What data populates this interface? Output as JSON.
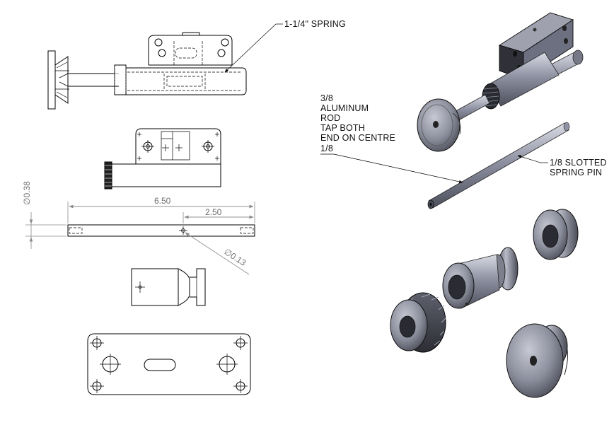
{
  "annotations": {
    "spring": "1-1/4\" SPRING",
    "rod_lines": [
      "3/8",
      "ALUMINUM",
      "ROD",
      "TAP BOTH",
      "END ON CENTRE",
      "1/8"
    ],
    "pin_lines": [
      "1/8 SLOTTED",
      "SPRING PIN"
    ]
  },
  "dimensions": {
    "rod_diameter": "∅0.38",
    "overall_length": "6.50",
    "hole_offset": "2.50",
    "hole_diameter": "∅0.13"
  }
}
